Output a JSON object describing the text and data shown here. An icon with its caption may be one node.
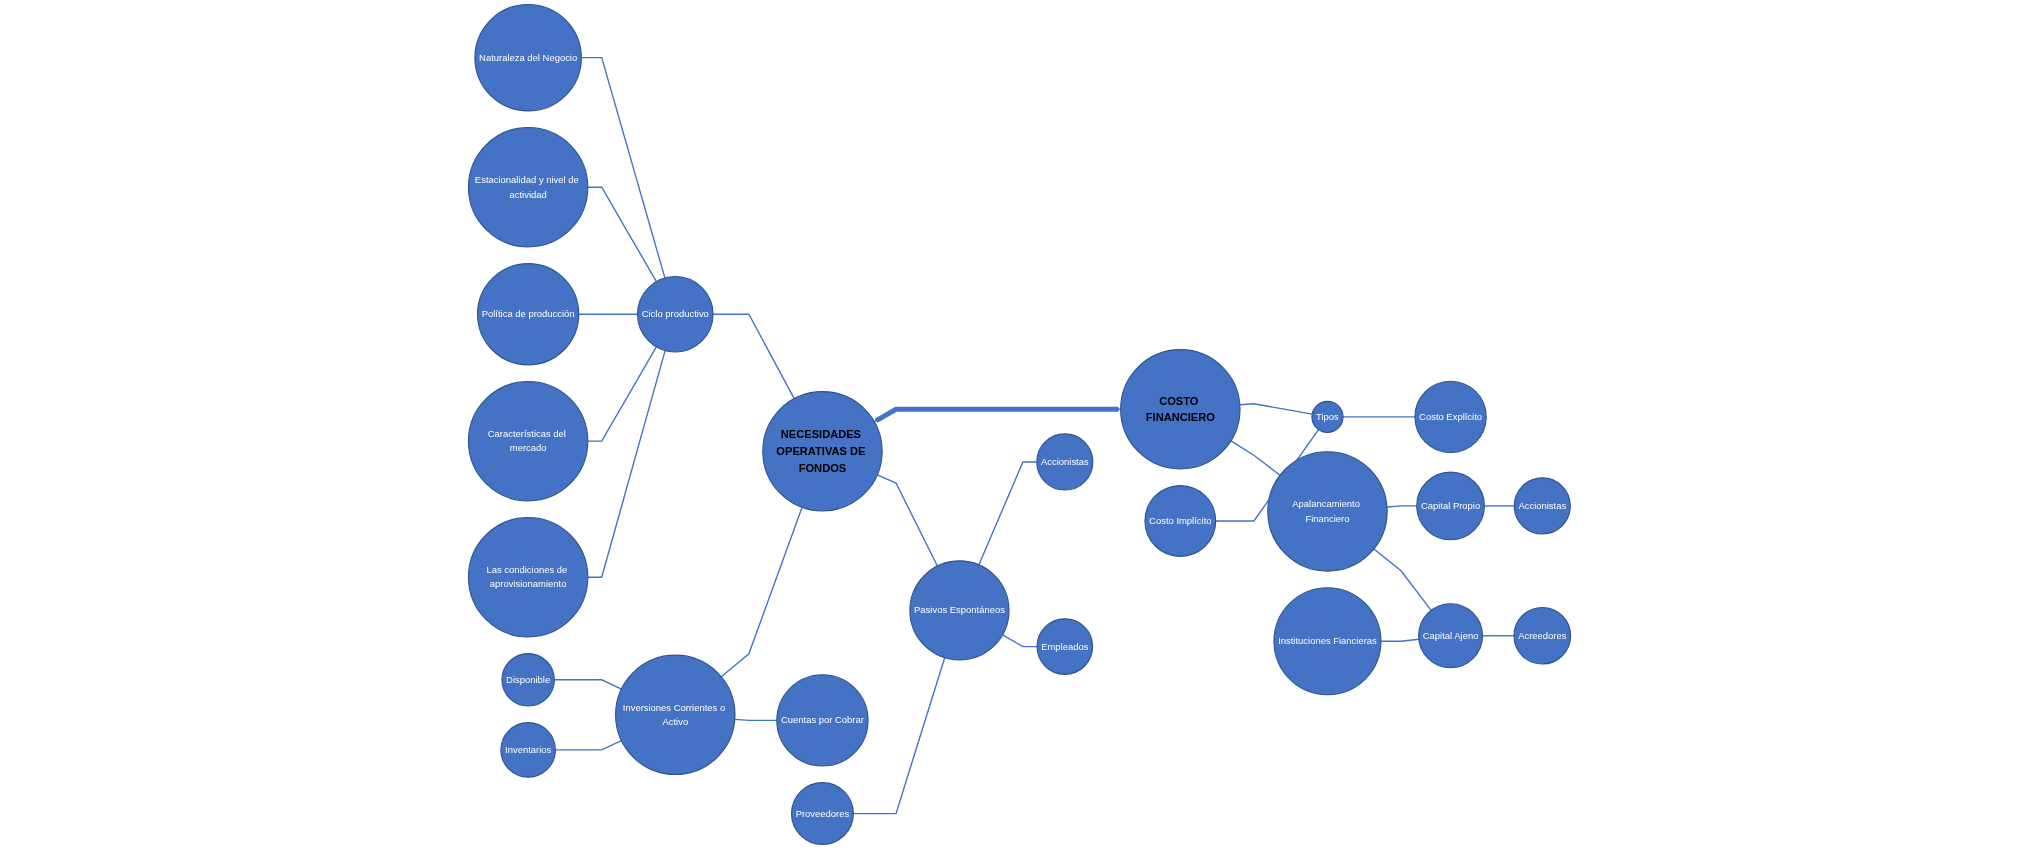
{
  "diagram": {
    "nodes": [
      {
        "text": [
          "NECESIDADES OPERATIVAS DE FONDOS"
        ]
      },
      {
        "text": [
          "COSTO FINANCIERO"
        ]
      },
      {
        "text": [
          "Ciclo productivo"
        ]
      },
      {
        "text": [
          "Inversiones Corrientes o Activo"
        ]
      },
      {
        "text": [
          "Pasivos Espontáneos"
        ]
      },
      {
        "text": [
          "Disponible"
        ]
      },
      {
        "text": [
          "Inventarios"
        ]
      },
      {
        "text": [
          "Cuentas por Cobrar"
        ]
      },
      {
        "text": [
          "Naturaleza del Negocio"
        ]
      },
      {
        "text": [
          "Estacionalidad y nivel de actividad"
        ]
      },
      {
        "text": [
          "Política de producción"
        ]
      },
      {
        "text": [
          "Características del mercado"
        ]
      },
      {
        "text": [
          "Las condiciones de aprovisionamiento"
        ]
      },
      {
        "text": [
          "Accionistas"
        ]
      },
      {
        "text": [
          "Proveedores"
        ]
      },
      {
        "text": [
          "Empleados"
        ]
      },
      {
        "text": [
          "Tipos"
        ]
      },
      {
        "text": [
          "Costo Implícito"
        ]
      },
      {
        "text": [
          "Costo Explícito"
        ]
      },
      {
        "text": [
          "Apalancamiento Financiero"
        ]
      },
      {
        "text": [
          "Capital Propio"
        ]
      },
      {
        "text": [
          "Accionistas"
        ]
      },
      {
        "text": [
          "Capital Ajeno"
        ]
      },
      {
        "text": [
          "Acreedores"
        ]
      },
      {
        "text": [
          "Instituciones Fiancieras"
        ]
      }
    ],
    "edges": [
      {
        "from": 0,
        "to": 1,
        "arrow": "both",
        "style": "thick"
      },
      {
        "from": 2,
        "to": 0,
        "arrow": "none"
      },
      {
        "from": 3,
        "to": 0,
        "arrow": "none"
      },
      {
        "from": 0,
        "to": 4,
        "arrow": "none"
      },
      {
        "from": 5,
        "to": 3,
        "arrow": "none"
      },
      {
        "from": 6,
        "to": 3,
        "arrow": "none"
      },
      {
        "from": 3,
        "to": 7,
        "arrow": "none"
      },
      {
        "from": 8,
        "to": 2,
        "arrow": "none"
      },
      {
        "from": 9,
        "to": 2,
        "arrow": "none"
      },
      {
        "from": 10,
        "to": 2,
        "arrow": "none"
      },
      {
        "from": 11,
        "to": 2,
        "arrow": "none"
      },
      {
        "from": 12,
        "to": 2,
        "arrow": "none"
      },
      {
        "from": 4,
        "to": 13,
        "arrow": "none"
      },
      {
        "from": 14,
        "to": 4,
        "arrow": "none"
      },
      {
        "from": 4,
        "to": 15,
        "arrow": "none"
      },
      {
        "from": 1,
        "to": 16,
        "arrow": "none"
      },
      {
        "from": 17,
        "to": 16,
        "arrow": "none"
      },
      {
        "from": 16,
        "to": 18,
        "arrow": "none"
      },
      {
        "from": 1,
        "to": 19,
        "arrow": "none"
      },
      {
        "from": 19,
        "to": 20,
        "arrow": "none"
      },
      {
        "from": 20,
        "to": 21,
        "arrow": "none"
      },
      {
        "from": 19,
        "to": 22,
        "arrow": "none"
      },
      {
        "from": 22,
        "to": 23,
        "arrow": "none"
      },
      {
        "from": 24,
        "to": 22,
        "arrow": "none"
      }
    ]
  }
}
